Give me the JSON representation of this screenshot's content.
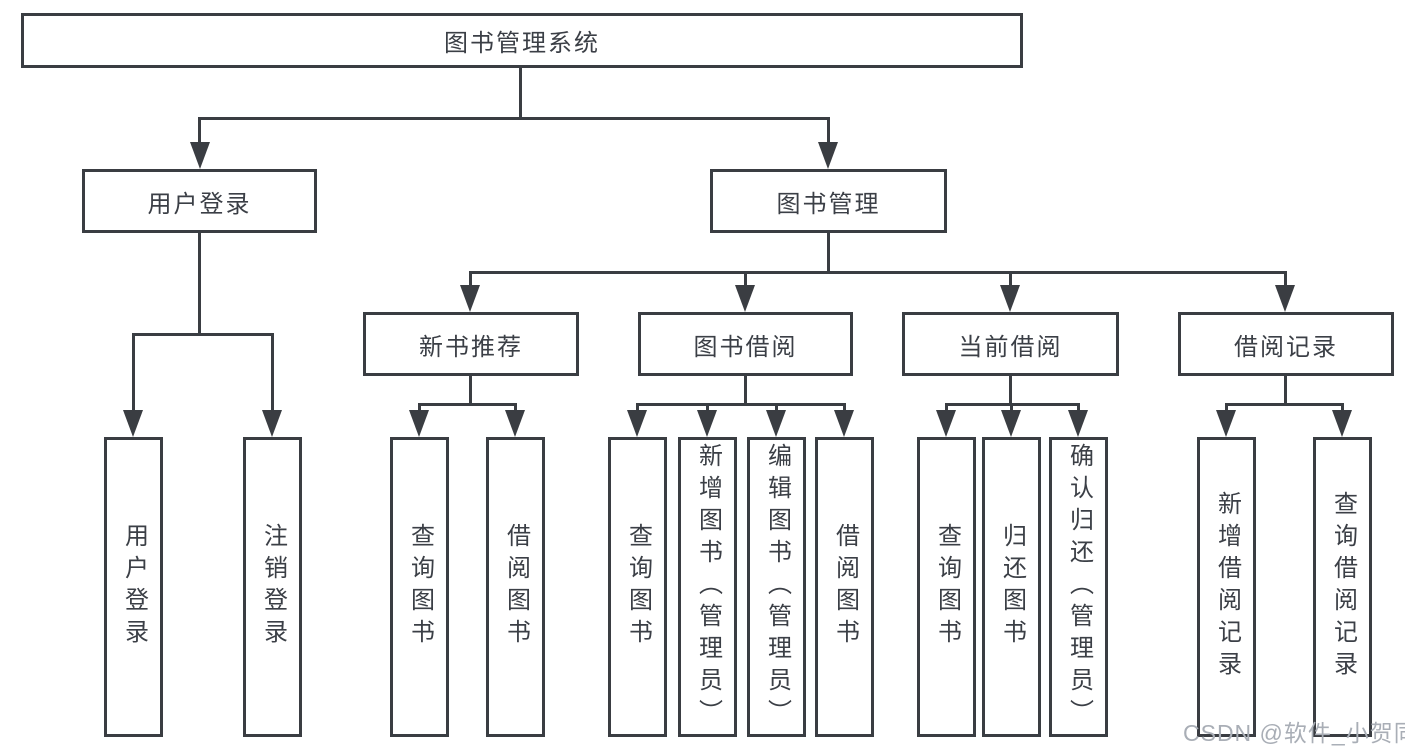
{
  "diagram": {
    "root": "图书管理系统",
    "level2": {
      "user_login": "用户登录",
      "book_mgmt": "图书管理"
    },
    "level3": {
      "new_book_rec": "新书推荐",
      "book_borrow": "图书借阅",
      "current_borrow": "当前借阅",
      "borrow_records": "借阅记录"
    },
    "leaves": {
      "user_login": [
        "用户登录",
        "注销登录"
      ],
      "new_book_rec": [
        "查询图书",
        "借阅图书"
      ],
      "book_borrow": [
        "查询图书",
        "新增图书（管理员）",
        "编辑图书（管理员）",
        "借阅图书"
      ],
      "current_borrow": [
        "查询图书",
        "归还图书",
        "确认归还（管理员）"
      ],
      "borrow_records": [
        "新增借阅记录",
        "查询借阅记录"
      ]
    }
  },
  "watermark": {
    "text": "CSDN @软件_小贺同学"
  },
  "colors": {
    "line": "#3a3d42",
    "text": "#3b3f46",
    "watermark": "#a9aeb6",
    "background": "#ffffff"
  }
}
